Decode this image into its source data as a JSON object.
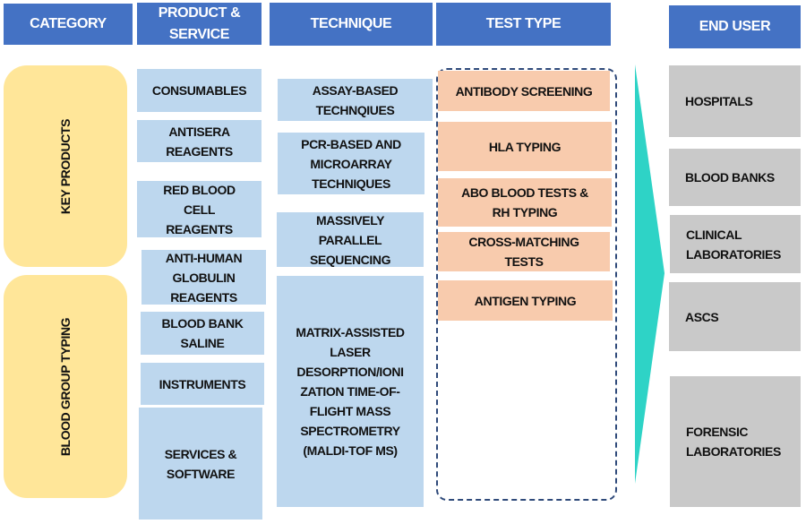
{
  "headers": {
    "category": "CATEGORY",
    "product": "PRODUCT &\nSERVICE",
    "technique": "TECHNIQUE",
    "test_type": "TEST TYPE",
    "end_user": "END USER"
  },
  "categories": [
    "KEY PRODUCTS",
    "BLOOD GROUP TYPING"
  ],
  "products": [
    "CONSUMABLES",
    "ANTISERA\nREAGENTS",
    "RED BLOOD\nCELL\nREAGENTS",
    "ANTI-HUMAN\nGLOBULIN\nREAGENTS",
    "BLOOD BANK\nSALINE",
    "INSTRUMENTS",
    "SERVICES &\nSOFTWARE"
  ],
  "techniques": [
    "ASSAY-BASED\nTECHNQIUES",
    "PCR-BASED AND\nMICROARRAY\nTECHNIQUES",
    "MASSIVELY\nPARALLEL\nSEQUENCING",
    "MATRIX-ASSISTED\nLASER\nDESORPTION/IONI\nZATION TIME-OF-\nFLIGHT MASS\nSPECTROMETRY\n(MALDI-TOF MS)"
  ],
  "test_types": [
    "ANTIBODY SCREENING",
    "HLA TYPING",
    "ABO BLOOD TESTS &\nRH TYPING",
    "CROSS-MATCHING\nTESTS",
    "ANTIGEN TYPING"
  ],
  "end_users": [
    "HOSPITALS",
    "BLOOD BANKS",
    "CLINICAL\nLABORATORIES",
    "ASCS",
    "FORENSIC\nLABORATORIES"
  ],
  "colors": {
    "header": "#4472C4",
    "product": "#BDD7EE",
    "test": "#F8CBAD",
    "end_user": "#C9C9C9",
    "category": "#FFE699",
    "arrow": "#2ED3C6"
  }
}
